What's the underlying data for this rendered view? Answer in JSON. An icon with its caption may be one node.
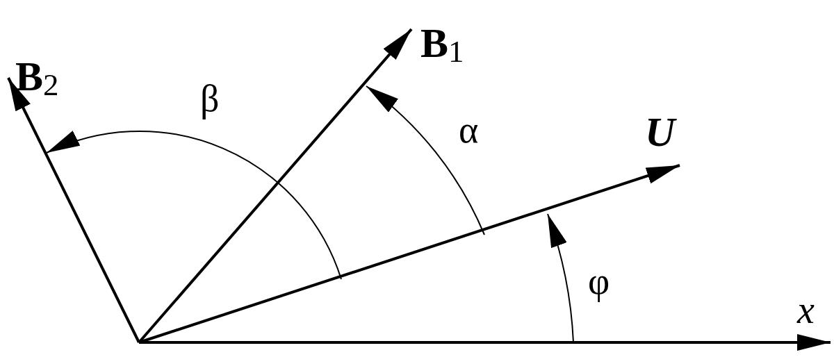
{
  "diagram": {
    "labels": [
      "**B**$_{1}$",
      "**B**$_{2}$",
      "β",
      "α",
      "U",
      "φ",
      "x"
    ]
  }
}
